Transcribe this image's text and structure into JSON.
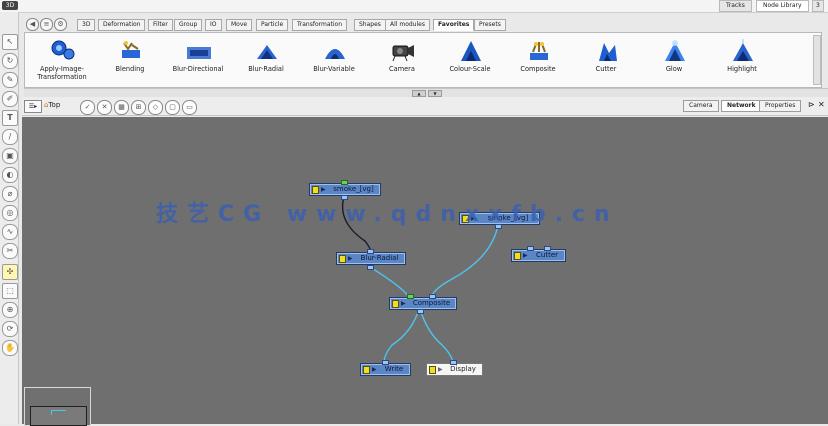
{
  "app": {
    "logo": "3D"
  },
  "top_tabs": [
    {
      "label": "Tracks"
    },
    {
      "label": "Node Library"
    },
    {
      "label": "3"
    }
  ],
  "library": {
    "tabs": [
      {
        "label": "3D"
      },
      {
        "label": "Deformation"
      },
      {
        "label": "Filter"
      },
      {
        "label": "Group"
      },
      {
        "label": "IO"
      },
      {
        "label": "Move"
      },
      {
        "label": "Particle"
      },
      {
        "label": "Transformation"
      },
      {
        "label": "Shapes"
      },
      {
        "label": "All modules"
      },
      {
        "label": "Favorites"
      },
      {
        "label": "Presets"
      }
    ],
    "active_tab": "Favorites",
    "items": [
      {
        "label": "Apply-Image-Transformation",
        "icon": "apply-image-transform-icon"
      },
      {
        "label": "Blending",
        "icon": "blending-icon"
      },
      {
        "label": "Blur-Directional",
        "icon": "blur-directional-icon"
      },
      {
        "label": "Blur-Radial",
        "icon": "blur-radial-icon"
      },
      {
        "label": "Blur-Variable",
        "icon": "blur-variable-icon"
      },
      {
        "label": "Camera",
        "icon": "camera-icon"
      },
      {
        "label": "Colour-Scale",
        "icon": "colour-scale-icon"
      },
      {
        "label": "Composite",
        "icon": "composite-icon"
      },
      {
        "label": "Cutter",
        "icon": "cutter-icon"
      },
      {
        "label": "Glow",
        "icon": "glow-icon"
      },
      {
        "label": "Highlight",
        "icon": "highlight-icon"
      }
    ]
  },
  "view": {
    "breadcrumb": "Top",
    "tabs": [
      {
        "label": "Camera"
      },
      {
        "label": "Network"
      },
      {
        "label": "Properties"
      }
    ]
  },
  "nodes": {
    "smoke1": "smoke_[vg]",
    "smoke2": "smoke_[vg]",
    "blur_radial": "Blur-Radial",
    "cutter": "Cutter",
    "composite": "Composite",
    "write": "Write",
    "display": "Display"
  },
  "watermark": "技艺CG www.qdnxxfb.cn",
  "colors": {
    "node_fill": "#5b86c6",
    "node_border": "#213a66",
    "canvas_bg": "#6f6f6f",
    "connection": "#4ec4ee",
    "selected_connection": "#1a1a2a"
  }
}
